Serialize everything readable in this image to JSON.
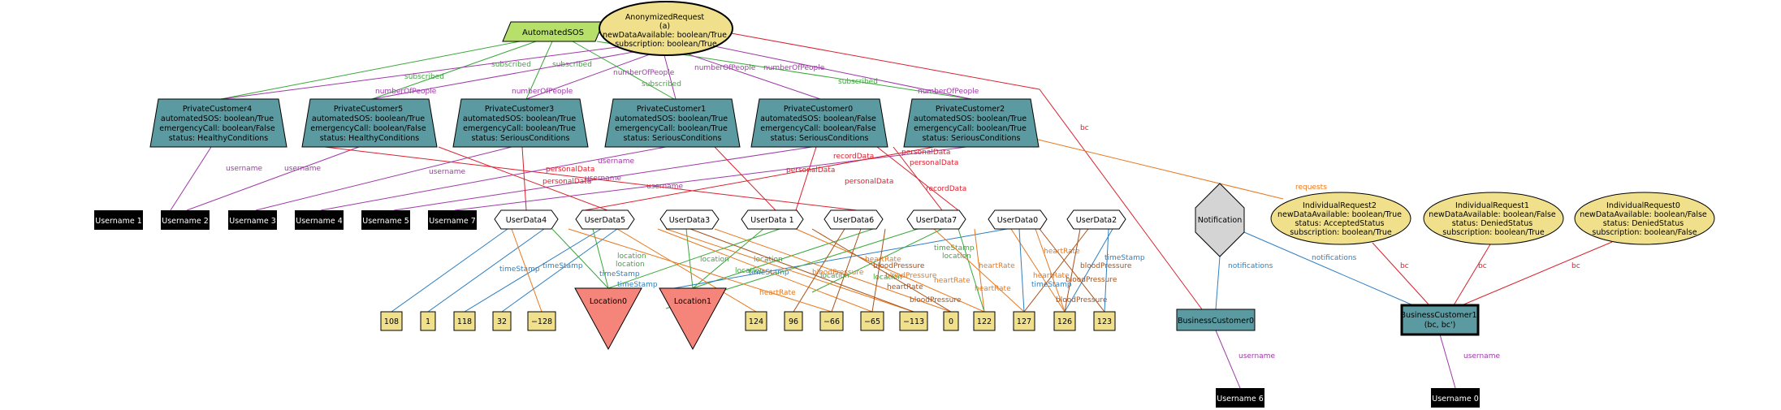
{
  "colors": {
    "trapezoid_fill": "#5b9aa0",
    "ellipse_fill": "#f0e08c",
    "sos_fill": "#b6e06a",
    "location_fill": "#f5847a",
    "number_fill": "#f0e08c",
    "diamond_fill": "#d4d4d4",
    "business_fill": "#5b9aa0",
    "username_fill": "#000000",
    "edge_red": "#d9222f",
    "edge_purple": "#9e3aa7",
    "edge_green": "#3aa83a",
    "edge_blue": "#2f7fc1",
    "edge_orange": "#e8781e",
    "edge_brown": "#a8511a"
  },
  "nodes": {
    "sos": {
      "label": "AutomatedSOS"
    },
    "anon": {
      "lines": [
        "AnonymizedRequest",
        "(a)",
        "newDataAvailable: boolean/True",
        "subscription: boolean/True"
      ]
    },
    "pc4": {
      "lines": [
        "PrivateCustomer4",
        "automatedSOS: boolean/True",
        "emergencyCall: boolean/False",
        "status: HealthyConditions"
      ]
    },
    "pc5": {
      "lines": [
        "PrivateCustomer5",
        "automatedSOS: boolean/True",
        "emergencyCall: boolean/False",
        "status: HealthyConditions"
      ]
    },
    "pc3": {
      "lines": [
        "PrivateCustomer3",
        "automatedSOS: boolean/True",
        "emergencyCall: boolean/True",
        "status: SeriousConditions"
      ]
    },
    "pc1": {
      "lines": [
        "PrivateCustomer1",
        "automatedSOS: boolean/True",
        "emergencyCall: boolean/True",
        "status: SeriousConditions"
      ]
    },
    "pc0": {
      "lines": [
        "PrivateCustomer0",
        "automatedSOS: boolean/False",
        "emergencyCall: boolean/False",
        "status: SeriousConditions"
      ]
    },
    "pc2": {
      "lines": [
        "PrivateCustomer2",
        "automatedSOS: boolean/True",
        "emergencyCall: boolean/True",
        "status: SeriousConditions"
      ]
    },
    "ir2": {
      "lines": [
        "IndividualRequest2",
        "newDataAvailable: boolean/True",
        "status: AcceptedStatus",
        "subscription: boolean/True"
      ]
    },
    "ir1": {
      "lines": [
        "IndividualRequest1",
        "newDataAvailable: boolean/False",
        "status: DeniedStatus",
        "subscription: boolean/True"
      ]
    },
    "ir0": {
      "lines": [
        "IndividualRequest0",
        "newDataAvailable: boolean/False",
        "status: DeniedStatus",
        "subscription: boolean/False"
      ]
    },
    "notif": {
      "label": "Notification"
    },
    "bc0": {
      "label": "BusinessCustomer0"
    },
    "bc1": {
      "lines": [
        "BusinessCustomer1",
        "(bc, bc')"
      ]
    },
    "loc0": {
      "label": "Location0"
    },
    "loc1": {
      "label": "Location1"
    },
    "un1": {
      "label": "Username 1"
    },
    "un2": {
      "label": "Username 2"
    },
    "un3": {
      "label": "Username 3"
    },
    "un4": {
      "label": "Username 4"
    },
    "un5": {
      "label": "Username 5"
    },
    "un7": {
      "label": "Username 7"
    },
    "un6": {
      "label": "Username 6"
    },
    "un0": {
      "label": "Username 0"
    },
    "ud4": {
      "label": "UserData4"
    },
    "ud5": {
      "label": "UserData5"
    },
    "ud3": {
      "label": "UserData3"
    },
    "ud1": {
      "label": "UserData 1"
    },
    "ud6": {
      "label": "UserData6"
    },
    "ud7": {
      "label": "UserData7"
    },
    "ud0": {
      "label": "UserData0"
    },
    "ud2": {
      "label": "UserData2"
    },
    "n108": {
      "label": "108"
    },
    "n1": {
      "label": "1"
    },
    "n118": {
      "label": "118"
    },
    "n32": {
      "label": "32"
    },
    "nm128": {
      "label": "−128"
    },
    "n124": {
      "label": "124"
    },
    "n96": {
      "label": "96"
    },
    "nm66": {
      "label": "−66"
    },
    "nm65": {
      "label": "−65"
    },
    "nm113": {
      "label": "−113"
    },
    "n0": {
      "label": "0"
    },
    "n122": {
      "label": "122"
    },
    "n127": {
      "label": "127"
    },
    "n126": {
      "label": "126"
    },
    "n123": {
      "label": "123"
    }
  },
  "edge_labels": {
    "subscribed": "subscribed",
    "numberOfPeople": "numberOfPeople",
    "username": "username",
    "personalData": "personalData",
    "recordData": "recordData",
    "bc": "bc",
    "requests": "requests",
    "notifications": "notifications",
    "timeStamp": "timeStamp",
    "location": "location",
    "heartRate": "heartRate",
    "bloodPressure": "bloodPressure"
  }
}
